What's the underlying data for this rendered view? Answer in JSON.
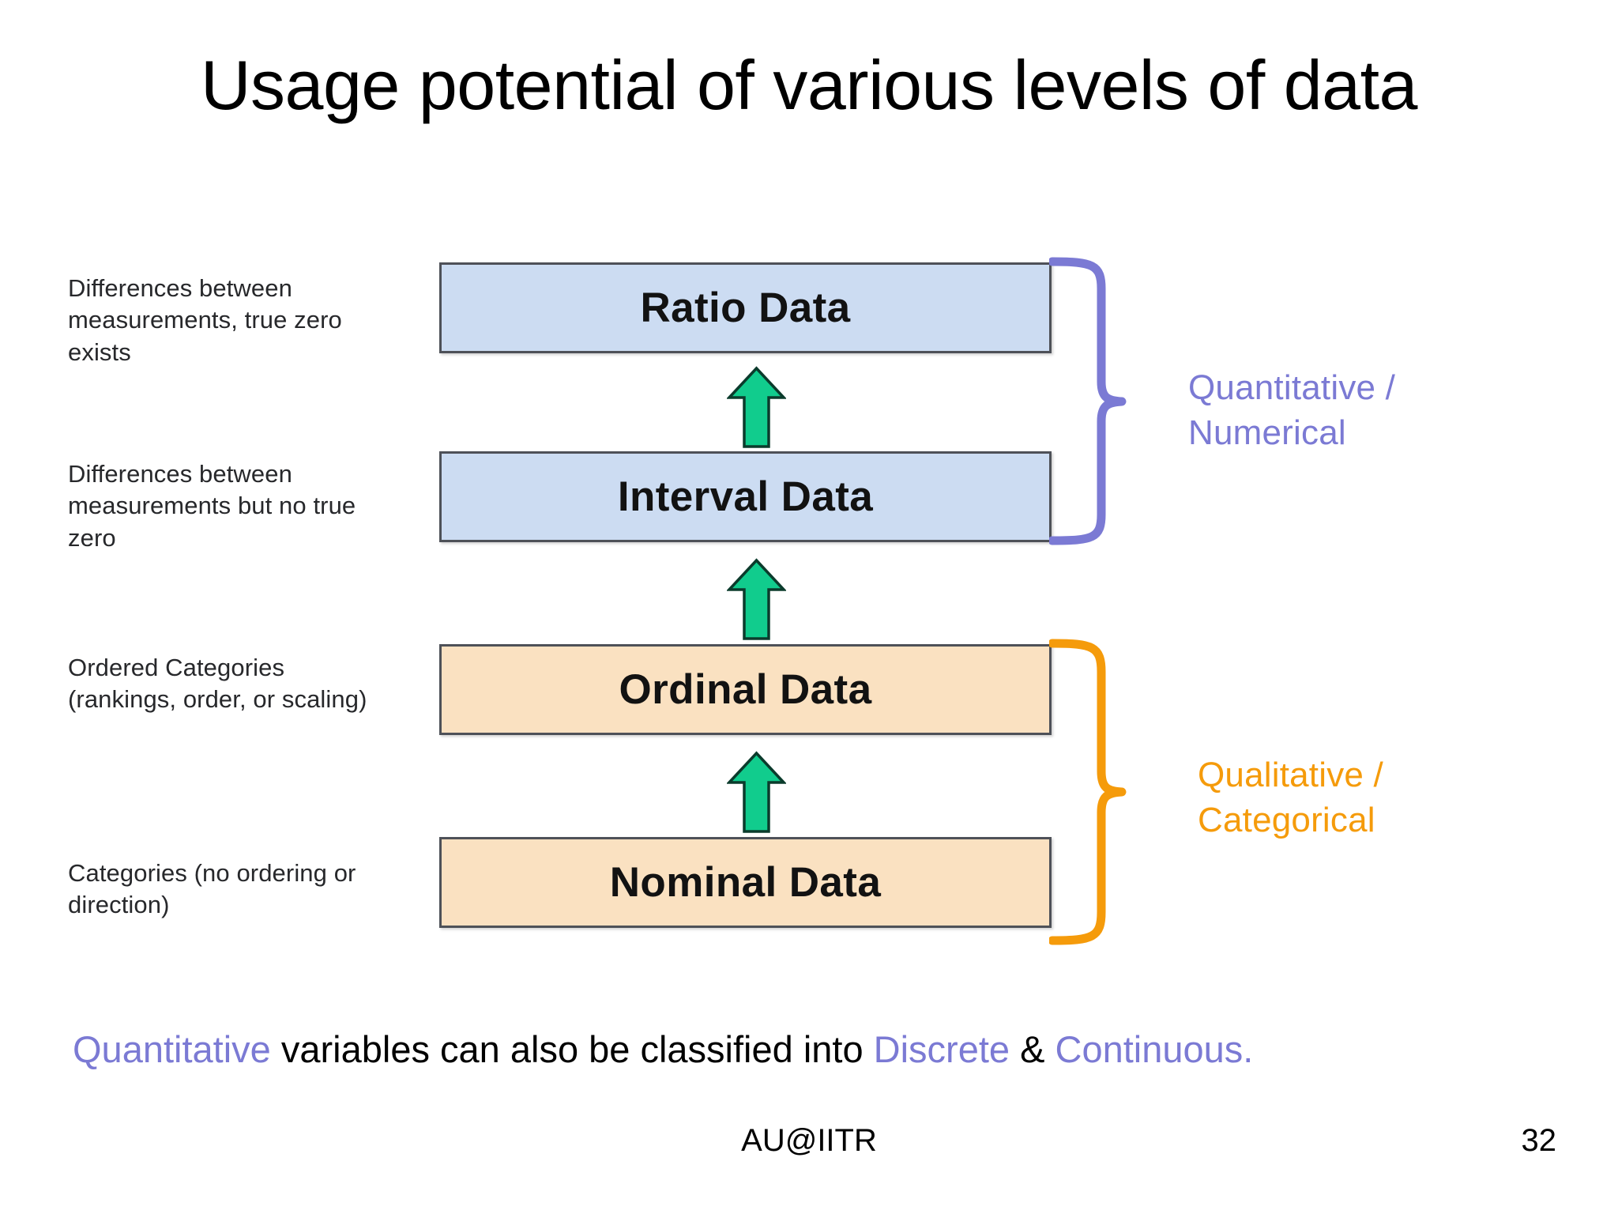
{
  "slide": {
    "title": "Usage potential of various levels of data",
    "footer_text": "AU@IITR",
    "slide_number": "32"
  },
  "colors": {
    "blue_box_fill": "#ccdcf2",
    "peach_box_fill": "#fae1c1",
    "box_border": "#4e5158",
    "arrow_fill": "#11cc8d",
    "arrow_stroke": "#0b3b2c",
    "purple_accent": "#7b7ad4",
    "orange_accent": "#f59b0b",
    "text_black": "#000000"
  },
  "diagram": {
    "levels": [
      {
        "id": "ratio",
        "box_label": "Ratio Data",
        "description": "Differences between measurements, true zero exists",
        "group": "Quantitative / Numerical",
        "fill": "#ccdcf2"
      },
      {
        "id": "interval",
        "box_label": "Interval Data",
        "description": "Differences between measurements but no true zero",
        "group": "Quantitative / Numerical",
        "fill": "#ccdcf2"
      },
      {
        "id": "ordinal",
        "box_label": "Ordinal Data",
        "description": "Ordered Categories (rankings, order, or scaling)",
        "group": "Qualitative / Categorical",
        "fill": "#fae1c1"
      },
      {
        "id": "nominal",
        "box_label": "Nominal Data",
        "description": "Categories (no ordering or direction)",
        "group": "Qualitative / Categorical",
        "fill": "#fae1c1"
      }
    ],
    "arrows": [
      {
        "id": "nominal-to-ordinal",
        "direction": "up"
      },
      {
        "id": "ordinal-to-interval",
        "direction": "up"
      },
      {
        "id": "interval-to-ratio",
        "direction": "up"
      }
    ],
    "groups": [
      {
        "id": "quantitative",
        "label_line1": "Quantitative /",
        "label_line2": "Numerical",
        "color": "#7b7ad4",
        "covers": [
          "ratio",
          "interval"
        ]
      },
      {
        "id": "qualitative",
        "label_line1": "Qualitative /",
        "label_line2": "Categorical",
        "color": "#f59b0b",
        "covers": [
          "ordinal",
          "nominal"
        ]
      }
    ]
  },
  "bottom_note": {
    "part1": "Quantitative",
    "part2": " variables can also be classified into ",
    "part3": "Discrete",
    "part4": " & ",
    "part5": "Continuous."
  }
}
